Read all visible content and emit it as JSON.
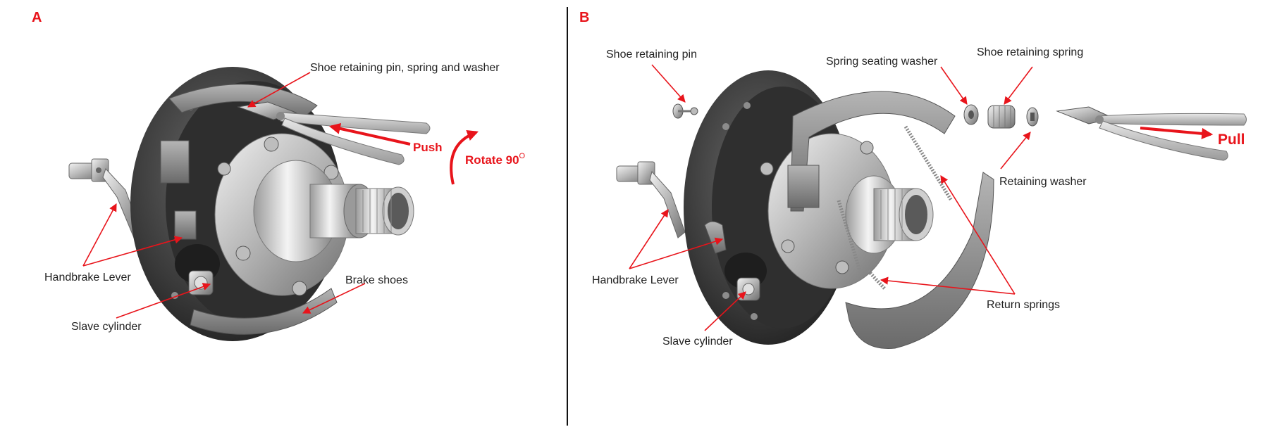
{
  "panels": {
    "a": {
      "letter": "A",
      "labels": {
        "shoe_pin_spring_washer": "Shoe retaining pin, spring and washer",
        "handbrake_lever": "Handbrake Lever",
        "slave_cylinder": "Slave cylinder",
        "brake_shoes": "Brake shoes"
      },
      "actions": {
        "push": "Push",
        "rotate": "Rotate 90",
        "rotate_degree_mark": "O"
      }
    },
    "b": {
      "letter": "B",
      "labels": {
        "shoe_retaining_pin": "Shoe retaining pin",
        "spring_seating_washer": "Spring seating washer",
        "shoe_retaining_spring": "Shoe retaining spring",
        "retaining_washer": "Retaining washer",
        "handbrake_lever": "Handbrake Lever",
        "slave_cylinder": "Slave cylinder",
        "return_springs": "Return springs"
      },
      "actions": {
        "pull": "Pull"
      }
    }
  },
  "colors": {
    "accent_red": "#e8141b",
    "metal_dark": "#3d3d3d",
    "metal_mid": "#8a8a8a",
    "metal_light": "#d6d6d6",
    "label_text": "#222222"
  }
}
